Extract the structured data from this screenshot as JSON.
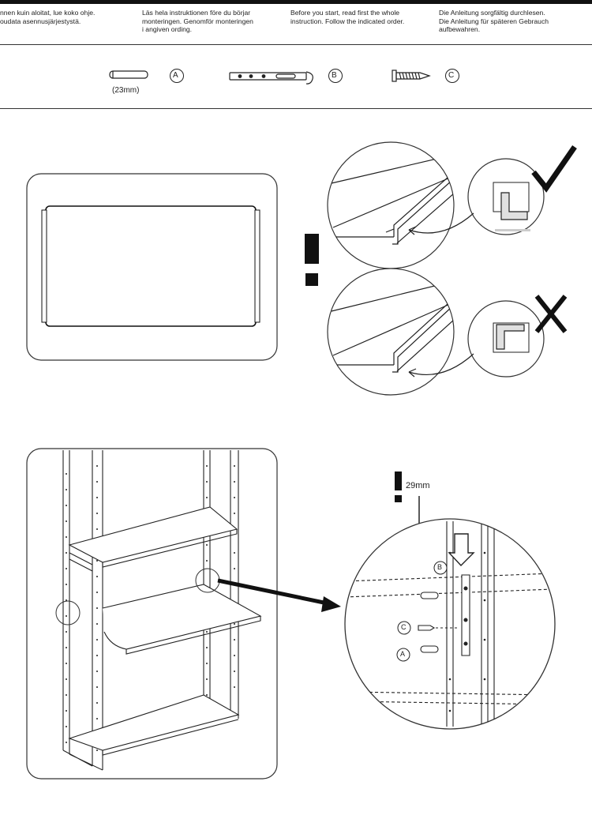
{
  "instructions": [
    {
      "lang": "fi",
      "text": "nnen kuin aloitat, lue koko ohje.\noudata asennusjärjestystä."
    },
    {
      "lang": "sv",
      "text": "Läs hela instruktionen före du börjar\nmonteringen. Genomför monteringen\ni angiven ording."
    },
    {
      "lang": "en",
      "text": "Before you start, read first the whole\ninstruction. Follow the indicated order."
    },
    {
      "lang": "de",
      "text": "Die Anleitung sorgfältig durchlesen.\nDie Anleitung für späteren Gebrauch\naufbewahren."
    }
  ],
  "parts": {
    "a": {
      "letter": "A",
      "size": "(23mm)",
      "icon": "dowel-icon"
    },
    "b": {
      "letter": "B",
      "icon": "shelf-bracket-icon"
    },
    "c": {
      "letter": "C",
      "icon": "screw-icon"
    }
  },
  "step2": {
    "correct_icon": "checkmark-icon",
    "wrong_icon": "cross-icon",
    "warning_icon": "exclamation-icon"
  },
  "step3": {
    "measurement": "29mm",
    "labels": {
      "b": "B",
      "c": "C",
      "a": "A"
    },
    "warning_icon": "exclamation-icon"
  }
}
